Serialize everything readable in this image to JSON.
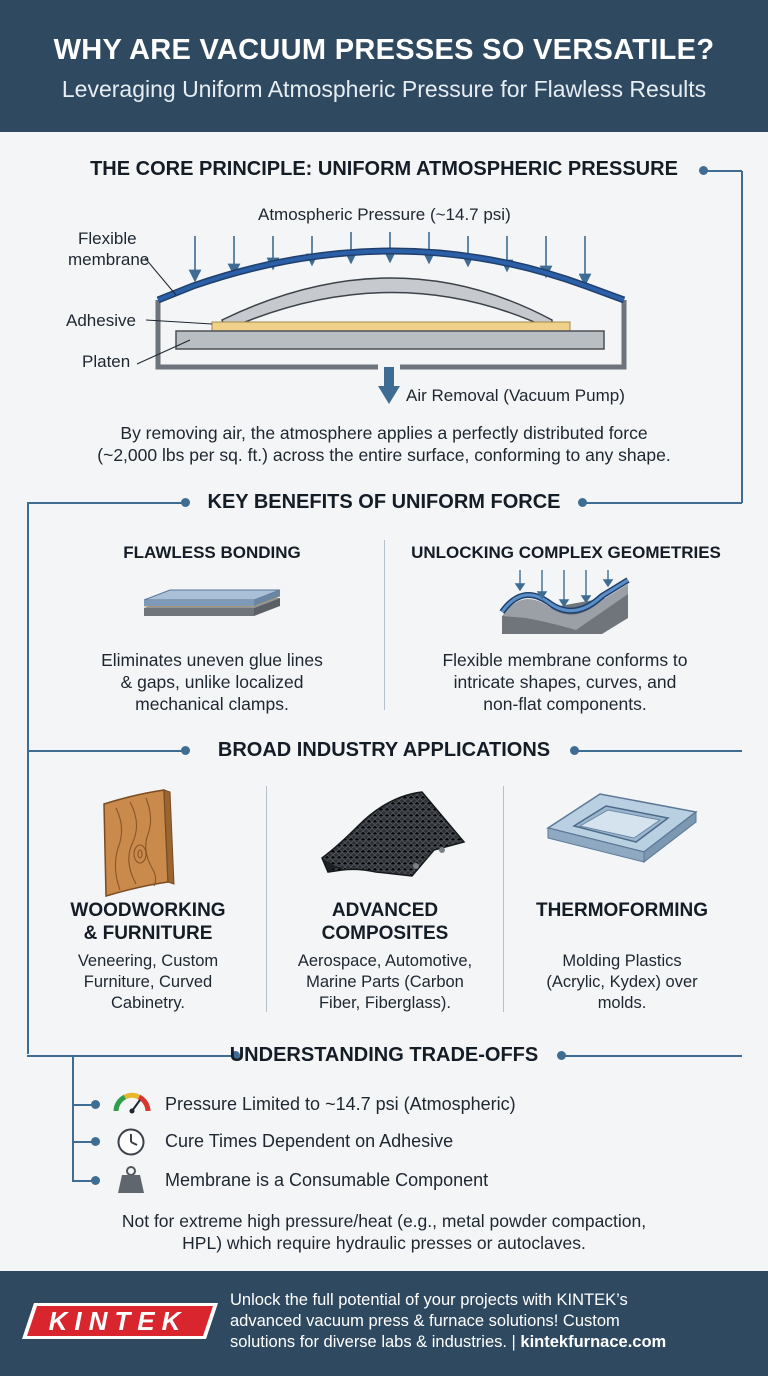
{
  "header": {
    "title": "WHY ARE VACUUM PRESSES SO VERSATILE?",
    "subtitle": "Leveraging Uniform Atmospheric Pressure for Flawless Results"
  },
  "core": {
    "title": "THE CORE PRINCIPLE: UNIFORM ATMOSPHERIC PRESSURE",
    "pressure_label": "Atmospheric Pressure (~14.7 psi)",
    "membrane_label_line1": "Flexible",
    "membrane_label_line2": "membrane",
    "adhesive_label": "Adhesive",
    "platen_label": "Platen",
    "air_removal_label": "Air Removal (Vacuum Pump)",
    "description_line1": "By removing air, the atmosphere applies a perfectly distributed force",
    "description_line2": "(~2,000 lbs per sq. ft.) across the entire surface, conforming to any shape."
  },
  "benefits": {
    "title": "KEY BENEFITS OF UNIFORM FORCE",
    "items": [
      {
        "name": "FLAWLESS BONDING",
        "line1": "Eliminates uneven glue lines",
        "line2": "& gaps, unlike localized",
        "line3": "mechanical clamps."
      },
      {
        "name": "UNLOCKING COMPLEX GEOMETRIES",
        "line1": "Flexible membrane conforms to",
        "line2": "intricate shapes, curves, and",
        "line3": "non-flat components."
      }
    ]
  },
  "applications": {
    "title": "BROAD INDUSTRY APPLICATIONS",
    "items": [
      {
        "name1": "WOODWORKING",
        "name2": "& FURNITURE",
        "line1": "Veneering, Custom",
        "line2": "Furniture, Curved",
        "line3": "Cabinetry."
      },
      {
        "name1": "ADVANCED",
        "name2": "COMPOSITES",
        "line1": "Aerospace, Automotive,",
        "line2": "Marine Parts (Carbon",
        "line3": "Fiber, Fiberglass)."
      },
      {
        "name1": "THERMOFORMING",
        "name2": "",
        "line1": "Molding Plastics",
        "line2": "(Acrylic, Kydex) over",
        "line3": "molds."
      }
    ]
  },
  "tradeoffs": {
    "title": "UNDERSTANDING TRADE-OFFS",
    "items": [
      {
        "text": "Pressure Limited to ~14.7 psi (Atmospheric)",
        "icon": "gauge-icon"
      },
      {
        "text": "Cure Times Dependent on Adhesive",
        "icon": "clock-icon"
      },
      {
        "text": "Membrane is a Consumable Component",
        "icon": "weight-icon"
      }
    ],
    "note_line1": "Not for extreme high pressure/heat (e.g., metal powder compaction,",
    "note_line2": "HPL) which require hydraulic presses or autoclaves."
  },
  "footer": {
    "logo": "KINTEK",
    "line1": "Unlock the full potential of your projects with KINTEK’s",
    "line2": "advanced vacuum press & furnace solutions! Custom",
    "line3": "solutions for diverse labs & industries. | ",
    "url": "kintekfurnace.com"
  },
  "colors": {
    "header_bg": "#2f4a60",
    "accent_line": "#3f6c92",
    "membrane": "#2b5fa8",
    "adhesive": "#f1d08a",
    "logo_red": "#d9262e"
  }
}
